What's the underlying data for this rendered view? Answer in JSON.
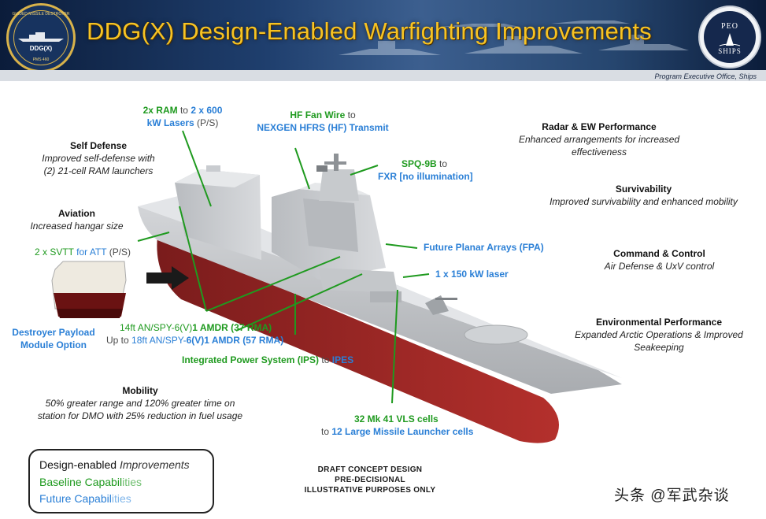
{
  "header": {
    "title": "DDG(X) Design-Enabled Warfighting Improvements",
    "subtitle": "Program Executive Office, Ships",
    "left_seal": {
      "top": "GUIDED MISSILE DESTROYER",
      "middle": "DDG(X)",
      "bottom": "PMS 460"
    },
    "right_seal": {
      "top": "PEO",
      "bottom": "SHIPS"
    }
  },
  "callouts": {
    "self_defense": {
      "heading": "Self Defense",
      "line1": "Improved self-defense with",
      "line2": "(2) 21-cell RAM launchers"
    },
    "ram": {
      "a": "2x RAM",
      "b": " to ",
      "c": "2 x 600",
      "d": "kW Lasers",
      "e": " (P/S)"
    },
    "hf": {
      "a": "HF Fan Wire",
      "b": " to",
      "c": "NEXGEN HFRS (HF) Transmit"
    },
    "spq": {
      "a": "SPQ-9B",
      "b": " to",
      "c": "FXR [no illumination]"
    },
    "aviation": {
      "heading": "Aviation",
      "line1": "Increased hangar size"
    },
    "svtt": {
      "a": "2 x SVTT",
      "b": " for ",
      "c": "ATT",
      "d": " (P/S)"
    },
    "fpa": "Future Planar Arrays (FPA)",
    "laser": "1 x 150 kW laser",
    "payload": {
      "line1": "Destroyer Payload",
      "line2": "Module Option"
    },
    "amdr": {
      "a": "14ft ",
      "b": "AN/SPY-6(V)",
      "c": "1 AMDR (37 RMA)",
      "d": "Up to ",
      "e": "18ft ",
      "f": "AN/SPY-",
      "g": "6(V)",
      "h": "1 AMDR (57 RMA)"
    },
    "ips": {
      "a": "Integrated Power System (IPS)",
      "b": " to ",
      "c": "IPES"
    },
    "mobility": {
      "heading": "Mobility",
      "line1": "50% greater range and 120% greater time on",
      "line2": "station for DMO with 25% reduction in fuel usage"
    },
    "vls": {
      "a": "32 Mk 41 VLS cells",
      "b": "to ",
      "c": "12 Large Missile Launcher cells"
    },
    "radar_ew": {
      "heading": "Radar & EW Performance",
      "line1": "Enhanced arrangements for increased",
      "line2": "effectiveness"
    },
    "survivability": {
      "heading": "Survivability",
      "line1": "Improved survivability and enhanced mobility"
    },
    "c2": {
      "heading": "Command & Control",
      "line1": "Air Defense & UxV control"
    },
    "environmental": {
      "heading": "Environmental Performance",
      "line1": "Expanded Arctic Operations & Improved",
      "line2": "Seakeeping"
    }
  },
  "legend": {
    "l1a": "Design-enabled",
    "l1b": " Improvements",
    "l2a": "Baseline Capabil",
    "l2b": "ities",
    "l3a": "Future Capabil",
    "l3b": "ities"
  },
  "draft": {
    "line1": "DRAFT CONCEPT DESIGN",
    "line2": "PRE-DECISIONAL",
    "line3": "ILLUSTRATIVE PURPOSES ONLY"
  },
  "watermark": "头条 @军武杂谈",
  "colors": {
    "design": "#111111",
    "baseline": "#1f9a1f",
    "future": "#2a7fd6",
    "title": "#f7c323",
    "hull": "#a52a2a"
  }
}
